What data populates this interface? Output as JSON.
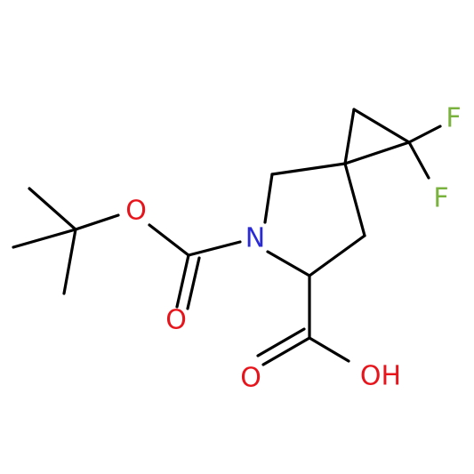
{
  "molecule": {
    "atoms": {
      "F1": {
        "symbol": "F",
        "color": "#7ab23e"
      },
      "F2": {
        "symbol": "F",
        "color": "#7ab23e"
      },
      "N": {
        "symbol": "N",
        "color": "#2a2ad8"
      },
      "O_ester": {
        "symbol": "O",
        "color": "#e8141c"
      },
      "O_carbonyl": {
        "symbol": "O",
        "color": "#e8141c"
      },
      "O_acid": {
        "symbol": "O",
        "color": "#e8141c"
      },
      "OH": {
        "symbol": "OH",
        "color": "#e8141c"
      }
    },
    "bond_color": "#000000"
  }
}
